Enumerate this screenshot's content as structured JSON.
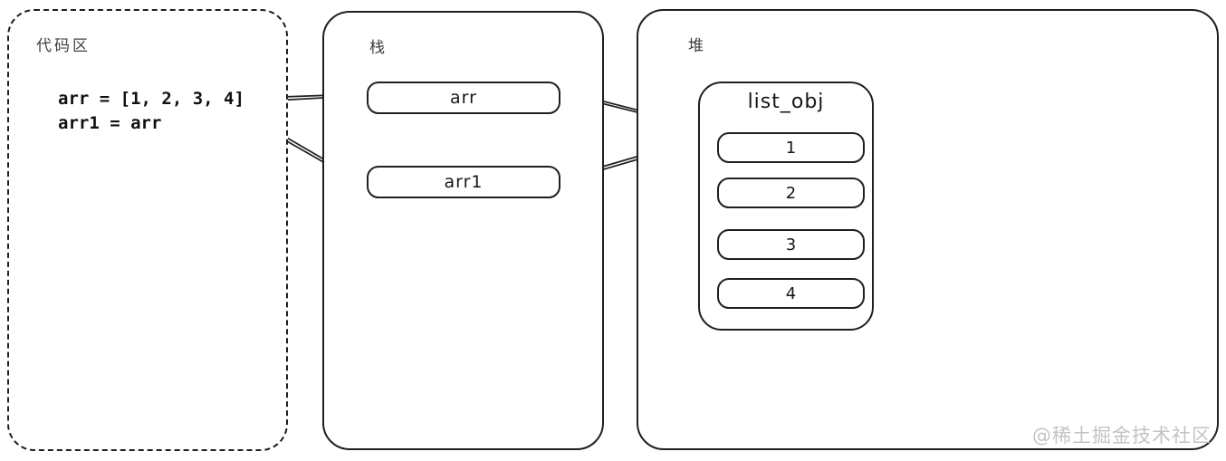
{
  "code_area": {
    "label": "代码区",
    "lines": [
      "arr = [1, 2, 3, 4]",
      "arr1 = arr"
    ]
  },
  "stack": {
    "label": "栈",
    "slots": [
      {
        "name": "arr"
      },
      {
        "name": "arr1"
      }
    ]
  },
  "heap": {
    "label": "堆",
    "object": {
      "title": "list_obj",
      "items": [
        "1",
        "2",
        "3",
        "4"
      ]
    }
  },
  "arrows": [
    {
      "name": "arrow-code-to-arr",
      "from": "code-line-arr",
      "to": "stack-slot-arr"
    },
    {
      "name": "arrow-code-to-arr1",
      "from": "code-line-arr1",
      "to": "stack-slot-arr1"
    },
    {
      "name": "arrow-arr-to-listobj",
      "from": "stack-slot-arr",
      "to": "heap-list-obj"
    },
    {
      "name": "arrow-arr1-to-listobj",
      "from": "stack-slot-arr1",
      "to": "heap-list-obj"
    }
  ],
  "watermark": "@稀土掘金技术社区",
  "colors": {
    "stroke": "#1f1f1f",
    "label": "#3f3f3f",
    "watermark": "#c3c3c3"
  }
}
